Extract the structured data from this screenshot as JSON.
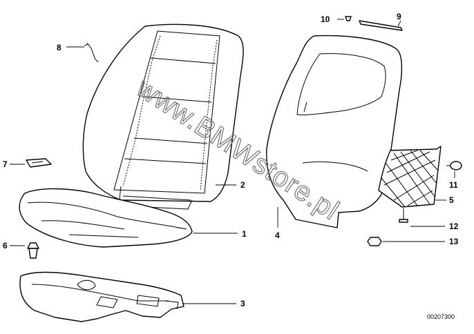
{
  "diagram": {
    "watermark": "www.BMWstore.pl",
    "drawing_code": "00207300",
    "callouts": [
      {
        "id": "1",
        "text": "1"
      },
      {
        "id": "2",
        "text": "2"
      },
      {
        "id": "3",
        "text": "3"
      },
      {
        "id": "4",
        "text": "4"
      },
      {
        "id": "5",
        "text": "5"
      },
      {
        "id": "6",
        "text": "6"
      },
      {
        "id": "7",
        "text": "7"
      },
      {
        "id": "8",
        "text": "8"
      },
      {
        "id": "9",
        "text": "9"
      },
      {
        "id": "10",
        "text": "10"
      },
      {
        "id": "11",
        "text": "11"
      },
      {
        "id": "12",
        "text": "12"
      },
      {
        "id": "13",
        "text": "13"
      }
    ]
  }
}
